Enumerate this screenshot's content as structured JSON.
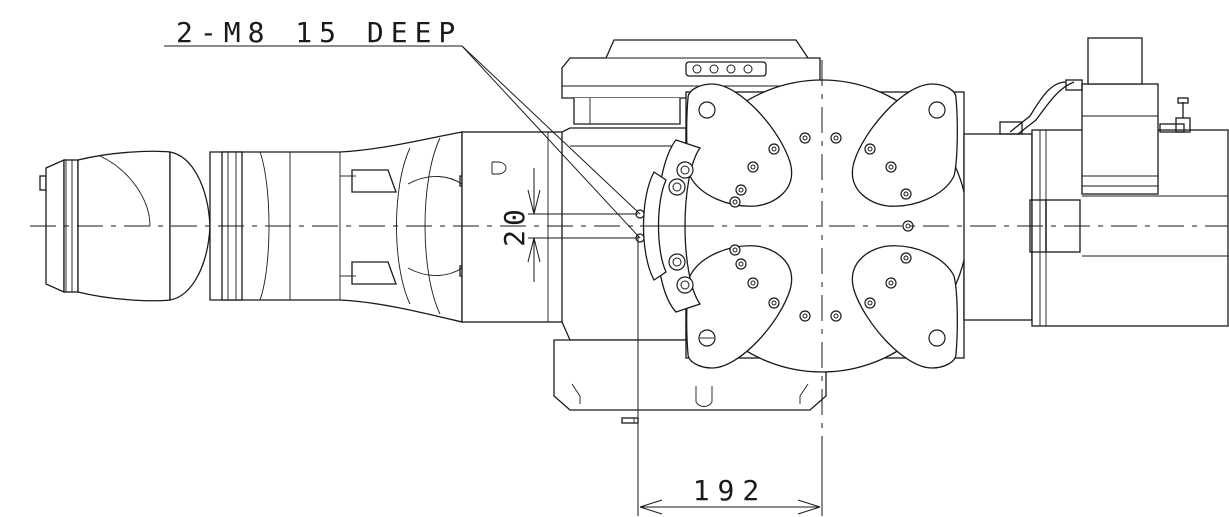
{
  "annotations": {
    "callout": "2-M8 15 DEEP",
    "dim_vertical": "20",
    "dim_horizontal": "192"
  }
}
